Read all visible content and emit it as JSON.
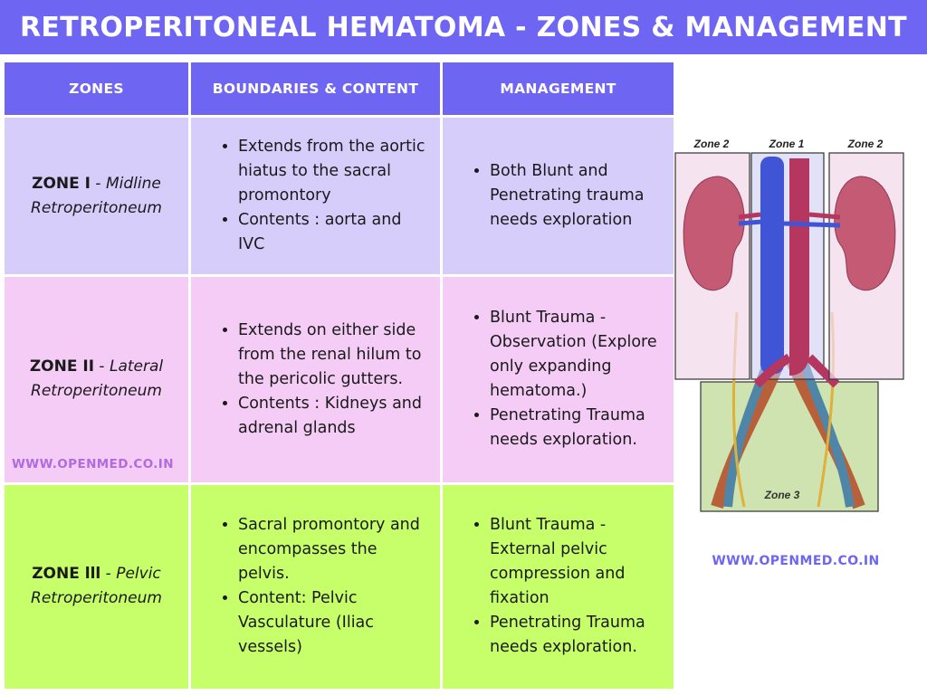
{
  "title": "RETROPERITONEAL HEMATOMA - ZONES & MANAGEMENT",
  "table": {
    "headers": [
      "ZONES",
      "BOUNDARIES & CONTENT",
      "MANAGEMENT"
    ],
    "rows": [
      {
        "zone_name": "ZONE I",
        "zone_sep": " - ",
        "zone_desc_1": "Midline",
        "zone_desc_2": "Retroperitoneum",
        "boundaries": [
          "Extends from the aortic hiatus to the sacral promontory",
          "Contents :  aorta and IVC"
        ],
        "management": [
          "Both Blunt and Penetrating trauma needs exploration"
        ]
      },
      {
        "zone_name": "ZONE II",
        "zone_sep": " - ",
        "zone_desc_1": "Lateral",
        "zone_desc_2": "Retroperitoneum",
        "boundaries": [
          "Extends on either side from the renal hilum to the pericolic gutters.",
          "Contents : Kidneys and adrenal glands"
        ],
        "management": [
          "Blunt Trauma - Observation (Explore only expanding hematoma.)",
          "Penetrating Trauma needs exploration."
        ]
      },
      {
        "zone_name": "ZONE lll",
        "zone_sep": " - ",
        "zone_desc_1": "Pelvic",
        "zone_desc_2": "Retroperitoneum",
        "boundaries": [
          "Sacral promontory and encompasses the pelvis.",
          "Content:  Pelvic Vasculature (Iliac vessels)"
        ],
        "management": [
          "Blunt Trauma - External pelvic compression and fixation",
          "Penetrating Trauma needs exploration."
        ]
      }
    ]
  },
  "watermark": "WWW.OPENMED.CO.IN",
  "figure": {
    "label_zone2_left": "Zone 2",
    "label_zone1": "Zone 1",
    "label_zone2_right": "Zone 2",
    "label_zone3": "Zone 3"
  },
  "colors": {
    "header": "#6e66f2",
    "zone1": "#d6cdfb",
    "zone2": "#f4ccf6",
    "zone3": "#c6ff6a"
  }
}
